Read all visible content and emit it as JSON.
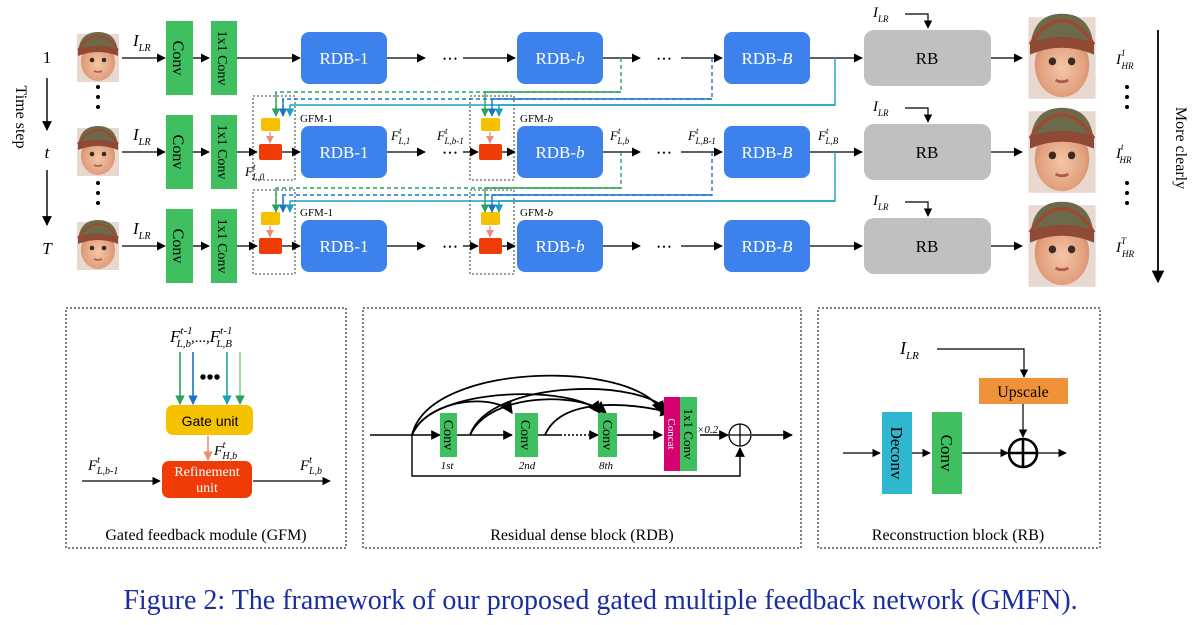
{
  "top": {
    "row_labels": [
      "1",
      "t",
      "T"
    ],
    "input_label": "I",
    "input_sub": "LR",
    "conv": "Conv",
    "conv1x1": "1x1 Conv",
    "rdb_1": "RDB-1",
    "rdb_b_prefix": "RDB-",
    "rdb_b_var": "b",
    "rdb_B_var": "B",
    "rb": "RB",
    "time_step": "Time step",
    "more_clearly": "More clearly",
    "gfm_1": "GFM-1",
    "gfm_b_prefix": "GFM-",
    "output_label": "I",
    "output_sub": "HR",
    "output_sups": [
      "1",
      "t",
      "T"
    ],
    "feat_F": "F",
    "f_L0_sub": "L,0",
    "f_L1_sub": "L,1",
    "f_Lb1_sub": "L,b-1",
    "f_Lb_sub": "L,b",
    "f_LB1_sub": "L,B-1",
    "f_LB_sub": "L,B",
    "sup_t": "t",
    "dots_h": "• • •",
    "dots_v": "•"
  },
  "gfm_panel": {
    "inputs_prefix": "F",
    "inputs_sup": "t-1",
    "inputs_sub1": "L,b",
    "inputs_sep": ",...,",
    "inputs_sub2": "L,B",
    "dots": "•••",
    "gate_unit": "Gate unit",
    "refinement_line1": "Refinement",
    "refinement_line2": "unit",
    "f_H_sub": "H,b",
    "left_sub": "L,b-1",
    "right_sub": "L,b",
    "sup_t": "t",
    "title": "Gated feedback module (GFM)"
  },
  "rdb_panel": {
    "conv": "Conv",
    "conv_labels": [
      "1st",
      "2nd",
      "8th"
    ],
    "concat": "Concat",
    "conv1x1": "1x1 Conv",
    "scale": "×0.2",
    "title": "Residual dense block (RDB)"
  },
  "rb_panel": {
    "input_label": "I",
    "input_sub": "LR",
    "upscale": "Upscale",
    "deconv": "Deconv",
    "conv": "Conv",
    "title": "Reconstruction block (RB)"
  },
  "caption": "Figure 2: The framework of our proposed gated multiple feedback network (GMFN).",
  "colors": {
    "conv_green": "#3fbf5f",
    "rdb_blue": "#3d82ec",
    "rb_gray": "#c0c0c0",
    "gate_yellow": "#f6c200",
    "refine_red": "#ef3b06",
    "upscale_orange": "#f0923a",
    "deconv_cyan": "#2fb7d0",
    "concat_magenta": "#d6006e",
    "caption_blue": "#1a2ea0",
    "fb_green": "#27a35a",
    "fb_blue": "#1a73c8",
    "fb_teal": "#1aa0b8"
  }
}
